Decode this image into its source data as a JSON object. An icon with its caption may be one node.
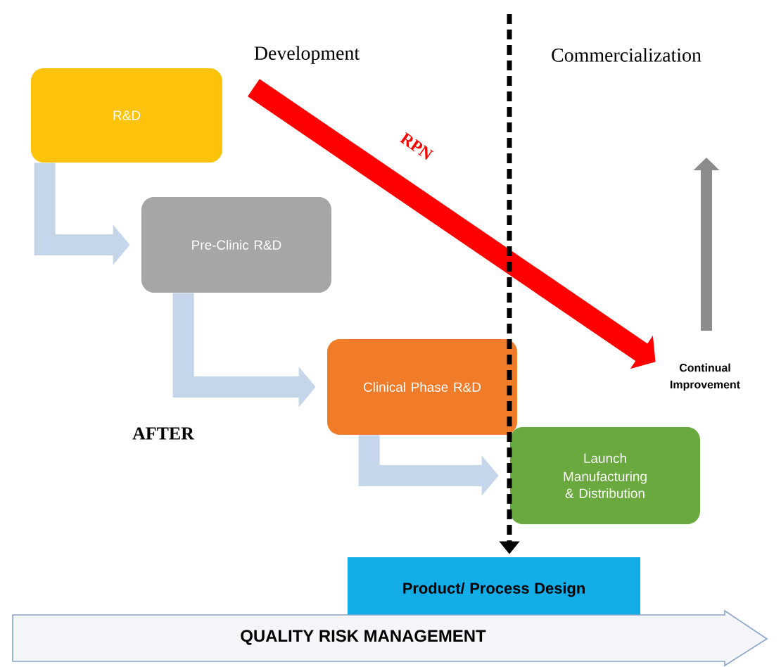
{
  "diagram": {
    "nodes": [
      {
        "text": [
          "R&D"
        ]
      },
      {
        "text": [
          "Pre-Clinic R&D"
        ]
      },
      {
        "text": [
          "Clinical Phase R&D"
        ]
      },
      {
        "text": [
          "Launch",
          "Manufacturing & Distribution"
        ]
      },
      {
        "text": [
          "Product/ Process Design"
        ]
      },
      {
        "text": [
          "Continual Improvement"
        ]
      },
      {
        "text": [
          "QUALITY RISK MANAGEMENT"
        ]
      }
    ],
    "edges": [
      {
        "from": 0,
        "to": 1,
        "arrow": "to"
      },
      {
        "from": 1,
        "to": 2,
        "arrow": "to"
      },
      {
        "from": 2,
        "to": 3,
        "arrow": "to"
      },
      {
        "from": 0,
        "to": 5,
        "arrow": "to",
        "label": "RPN",
        "color": "#ff0000"
      },
      {
        "from": null,
        "to": 4,
        "arrow": "to",
        "style": "dashed",
        "color": "#000000"
      }
    ],
    "labels": [
      "Development",
      "Commercialization",
      "AFTER"
    ]
  }
}
